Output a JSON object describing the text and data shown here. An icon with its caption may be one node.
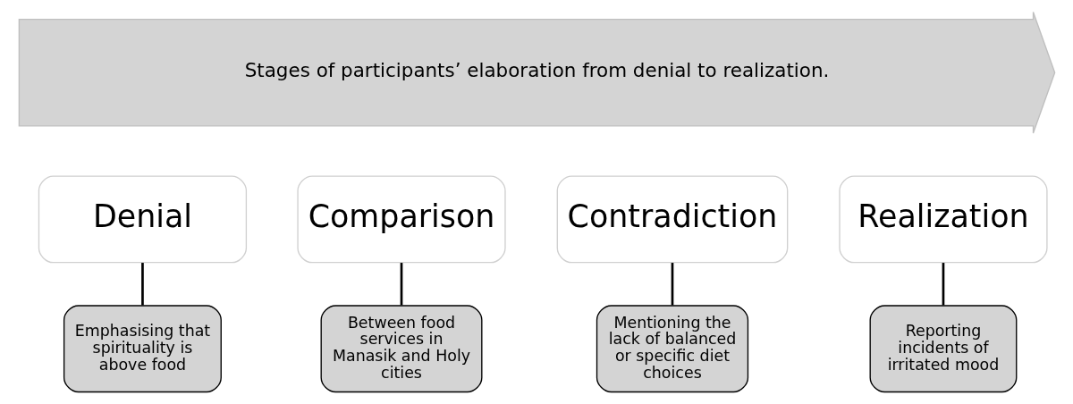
{
  "diagram": {
    "nodes": [
      {
        "text": [
          "Stages of participants’ elaboration from denial to realization."
        ]
      },
      {
        "text": [
          "Denial"
        ]
      },
      {
        "text": [
          "Emphasising that spirituality is above food"
        ]
      },
      {
        "text": [
          "Comparison"
        ]
      },
      {
        "text": [
          "Between food services in Manasik and Holy cities"
        ]
      },
      {
        "text": [
          "Contradiction"
        ]
      },
      {
        "text": [
          "Mentioning the lack of balanced or specific diet choices"
        ]
      },
      {
        "text": [
          "Realization"
        ]
      },
      {
        "text": [
          "Reporting incidents of irritated mood"
        ]
      }
    ],
    "edges": [
      {
        "from": 1,
        "to": 2,
        "arrow": "none"
      },
      {
        "from": 3,
        "to": 4,
        "arrow": "none"
      },
      {
        "from": 5,
        "to": 6,
        "arrow": "none"
      },
      {
        "from": 7,
        "to": 8,
        "arrow": "none"
      }
    ]
  }
}
